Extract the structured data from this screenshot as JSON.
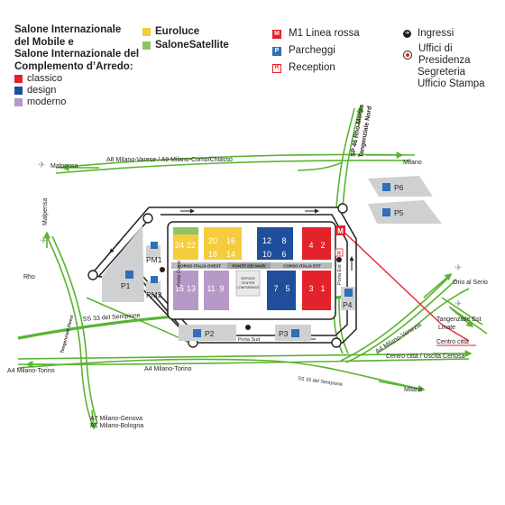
{
  "legend": {
    "title_lines": [
      "Salone Internazionale",
      "del Mobile e",
      "Salone Internazionale del",
      "Complemento d’Arredo:"
    ],
    "styles": [
      {
        "label": "classico",
        "color": "#e4222b"
      },
      {
        "label": "design",
        "color": "#1f4e9c"
      },
      {
        "label": "moderno",
        "color": "#b799c8"
      }
    ],
    "events": [
      {
        "label": "Euroluce",
        "color": "#f5cd3c"
      },
      {
        "label": "SaloneSatellite",
        "color": "#8dc465"
      }
    ],
    "services": [
      {
        "label": "M1 Linea rossa",
        "icon": "metro-icon",
        "glyph": "M"
      },
      {
        "label": "Parcheggi",
        "icon": "parking-icon",
        "glyph": "P"
      },
      {
        "label": "Reception",
        "icon": "reception-icon",
        "glyph": "R"
      }
    ],
    "ingressi": {
      "label": "Ingressi",
      "icon": "entrance-icon"
    },
    "uffici": {
      "label_lines": [
        "Uffici di Presidenza",
        "Segreteria",
        "Ufficio Stampa"
      ],
      "icon": "offices-icon"
    }
  },
  "map": {
    "colors": {
      "road": "#5bb332",
      "ring": "#231f20",
      "metro": "#e4222b",
      "parking": "#cfd0d2",
      "corridor": "#b9babc"
    },
    "roads": {
      "a8": "A8 Milano-Varese / A9 Milano-Como/Chiasso",
      "malpensa_top": "Malpensa",
      "milano_top": "Milano",
      "sp46_line1": "SP 46 Rho-Monza",
      "sp46_line2": "Tangenziale Nord",
      "malpensa_left": "Malpensa",
      "rho": "Rho",
      "tangenziale_ovest": "Tangenziale Ovest",
      "ss33": "SS 33 del Sempione",
      "ss33_lower": "SS 33 del Sempione",
      "milano_bottom": "Milano",
      "a4_torino_center": "A4 Milano-Torino",
      "a4_torino_left": "A4 Milano-Torino",
      "a4_venezia": "A4 Milano-Venezia",
      "a7": "A7 Milano-Genova",
      "a1": "A1 Milano-Bologna",
      "orio": "Orio al Serio",
      "tangenziale_est_line1": "Tangenziale Est",
      "tangenziale_est_line2": "Linate",
      "centro_citta": "Centro città",
      "centro_uscita": "Centro città / Uscita Certosa"
    },
    "parkings": {
      "p1": "P1",
      "p2": "P2",
      "p3": "P3",
      "p4": "P4",
      "p5": "P5",
      "p6": "P6",
      "pm1": "PM1",
      "pm2": "PM2"
    },
    "gates": {
      "ovest": "Porta Ovest",
      "sud": "Porta Sud",
      "est": "Porta Est"
    },
    "corridors": {
      "ovest": "CORSO ITALIA OVEST",
      "ponte": "PONTE DEI MARI",
      "est": "CORSO ITALIA EST"
    },
    "service_center_lines": [
      "SERVICE",
      "CENTER",
      "CONFERENCE"
    ],
    "pavilions": {
      "p24": "24",
      "p22": "22",
      "p20": "20",
      "p16": "16",
      "p18": "18",
      "p14": "14",
      "p12": "12",
      "p8": "8",
      "p10": "10",
      "p6": "6",
      "p4": "4",
      "p2": "2",
      "p15": "15",
      "p13": "13",
      "p11": "11",
      "p9": "9",
      "p7": "7",
      "p5": "5",
      "p3": "3",
      "p1": "1"
    },
    "metro_glyph": "M",
    "metro_reception_glyph": "R"
  }
}
